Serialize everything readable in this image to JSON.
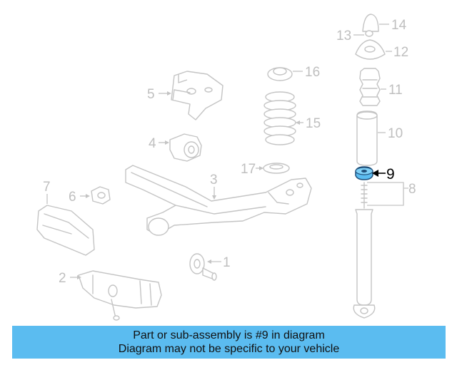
{
  "diagram": {
    "callouts": [
      "1",
      "2",
      "3",
      "4",
      "5",
      "6",
      "7",
      "8",
      "9",
      "10",
      "11",
      "12",
      "13",
      "14",
      "15",
      "16",
      "17"
    ],
    "highlighted_part": "9",
    "highlight_color": "#5bbcf0",
    "part_color": "#c4c4c4"
  },
  "banner": {
    "line1": "Part or sub-assembly is #9 in diagram",
    "line2": "Diagram may not be specific to your vehicle",
    "background": "#5bbcf0"
  }
}
